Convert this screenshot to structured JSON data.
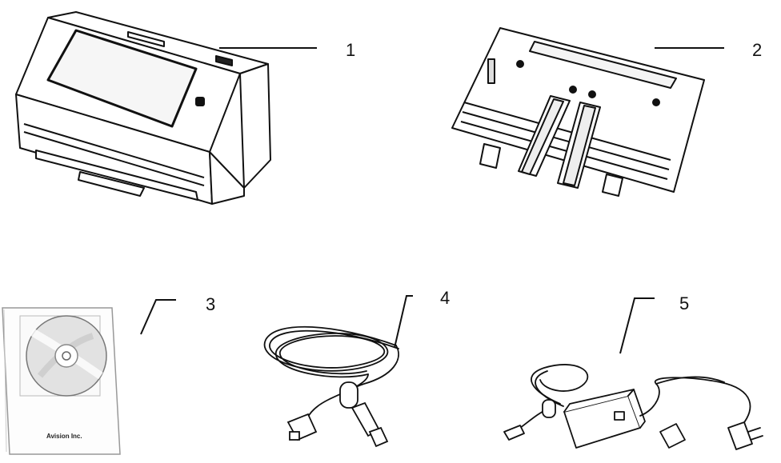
{
  "callouts": [
    {
      "id": "1",
      "label": "1"
    },
    {
      "id": "2",
      "label": "2"
    },
    {
      "id": "3",
      "label": "3"
    },
    {
      "id": "4",
      "label": "4"
    },
    {
      "id": "5",
      "label": "5"
    }
  ],
  "sleeve": {
    "brand_text": "Avision Inc."
  },
  "colors": {
    "line": "#111111",
    "paper": "#ffffff",
    "shade": "#d8d8d8"
  }
}
